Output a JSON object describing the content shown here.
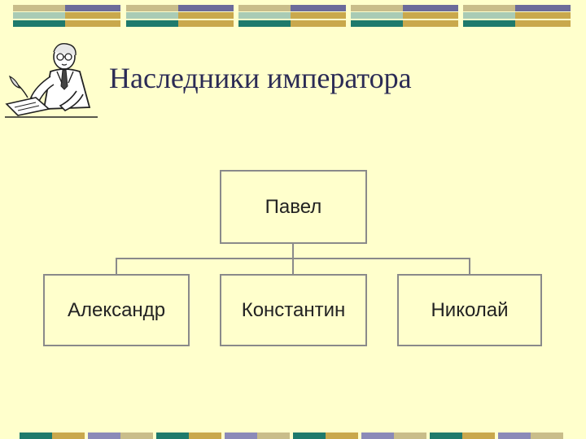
{
  "slide": {
    "title": "Наследники императора",
    "background_color": "#ffffcc",
    "clipart_icon": "writing-scholar-icon"
  },
  "band_colors": {
    "khaki": "#c9bd8a",
    "slate": "#6c6b9a",
    "mint": "#a9cbb5",
    "gold": "#c9a84c",
    "teal": "#1f7a6c",
    "lavender": "#8b8ab8"
  },
  "org_chart": {
    "root": {
      "label": "Павел"
    },
    "children": [
      {
        "label": "Александр"
      },
      {
        "label": "Константин"
      },
      {
        "label": "Николай"
      }
    ],
    "line_color": "#8a8a8a"
  }
}
